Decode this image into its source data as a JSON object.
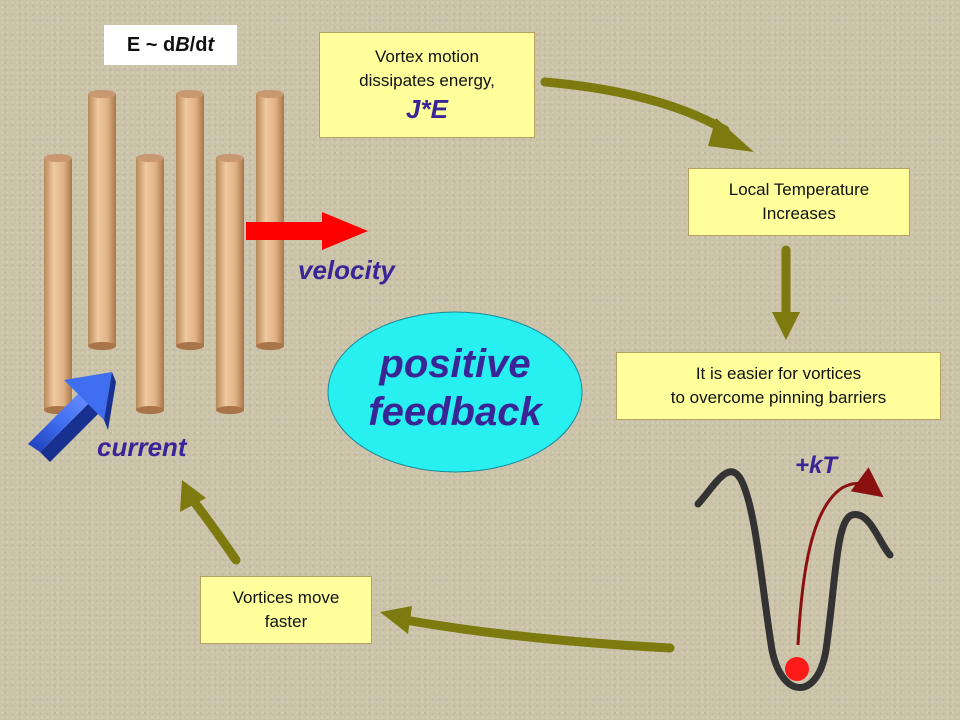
{
  "formula": {
    "left": "E ~ d",
    "b": "B",
    "slash": "/d",
    "t": "t"
  },
  "labels": {
    "velocity": "velocity",
    "current": "current",
    "kt": "+kT"
  },
  "center": {
    "line1": "positive",
    "line2": "feedback"
  },
  "boxes": {
    "vortex_motion": {
      "line1": "Vortex motion",
      "line2": "dissipates energy,",
      "emphasis": "J*E"
    },
    "temperature": {
      "line1": "Local Temperature",
      "line2": "Increases"
    },
    "pinning": {
      "line1": "It is easier for vortices",
      "line2": "to overcome pinning barriers"
    },
    "faster": {
      "line1": "Vortices move",
      "line2": "faster"
    }
  },
  "colors": {
    "background": "#cbc3a8",
    "box_fill": "#ffff9c",
    "label_text": "#3a2596",
    "cycle_arrow": "#7d7a10",
    "velocity_arrow": "#ff0000",
    "current_arrow": "#2b4fd8",
    "ellipse_fill": "#28f0f0",
    "cylinder": "#e2b48c",
    "well_curve": "#333333",
    "thermal_path": "#8b1010",
    "particle": "#ff1a1a"
  },
  "icons": [
    "vortex-cylinder",
    "velocity-arrow",
    "current-arrow",
    "cycle-arrow",
    "potential-well",
    "particle"
  ]
}
